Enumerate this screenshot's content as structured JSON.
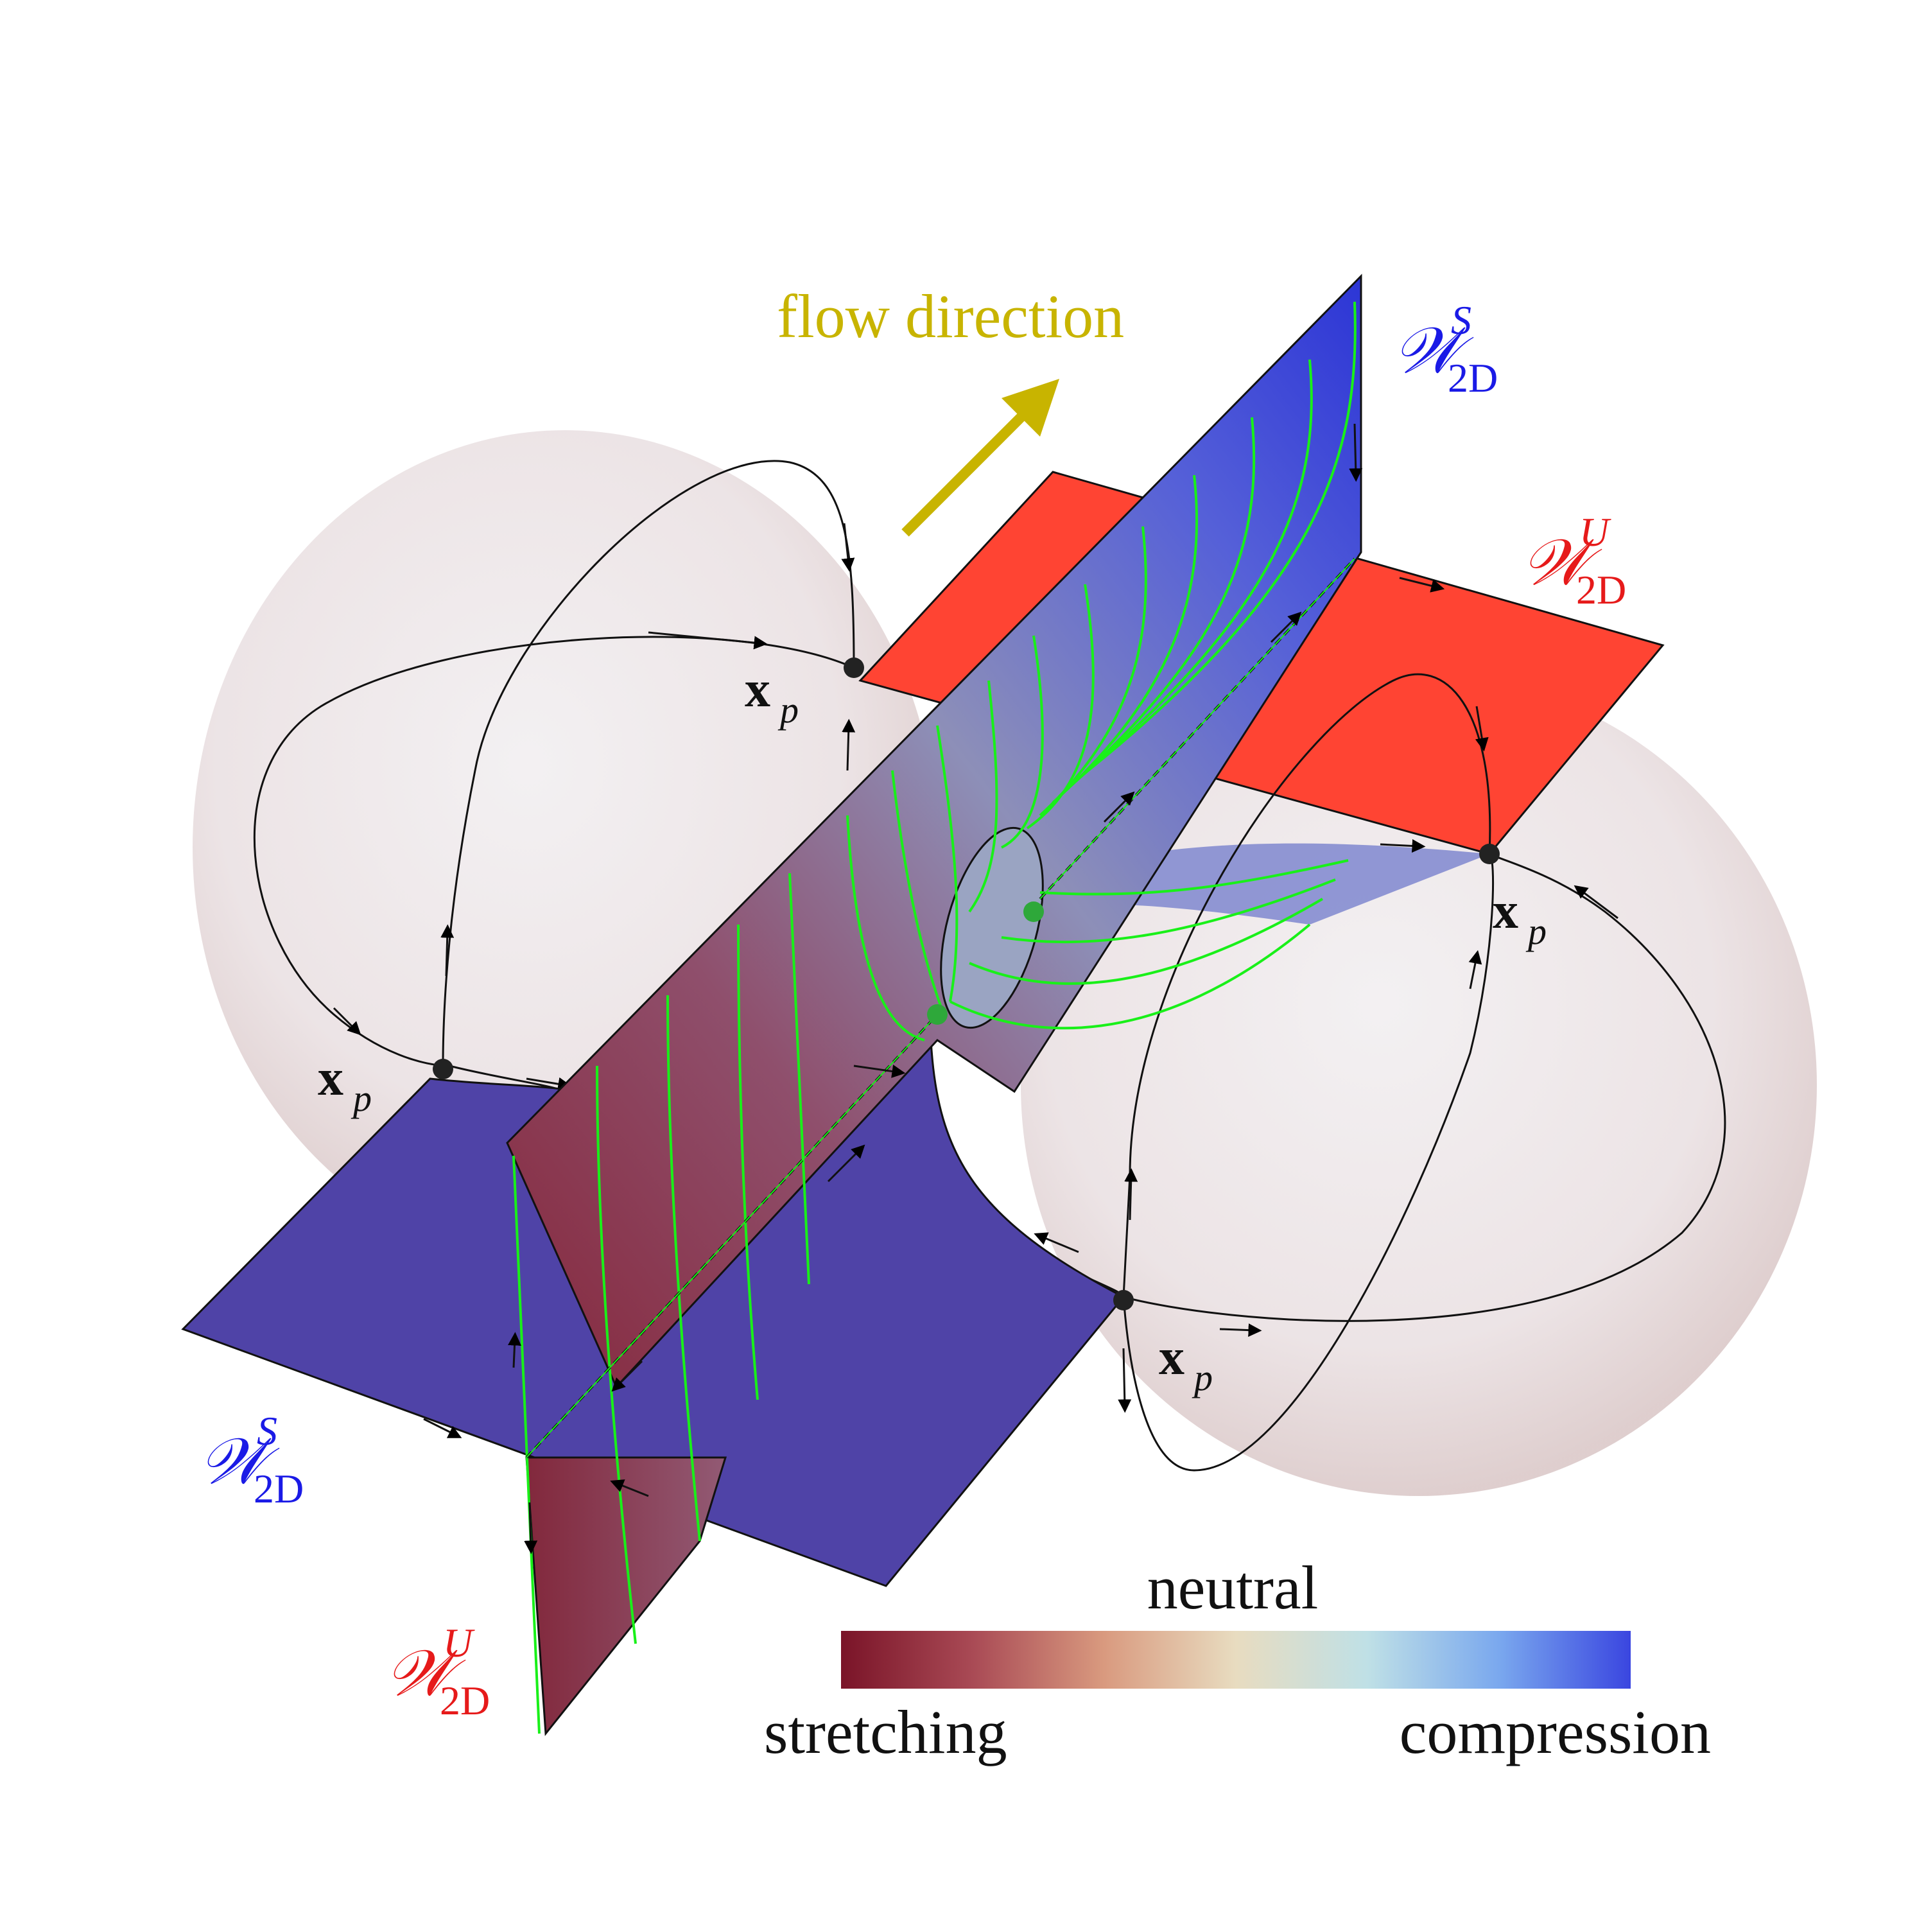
{
  "labels": {
    "flow_direction": "flow direction",
    "manifold_symbol": "𝒲",
    "stable_sup": "S",
    "unstable_sup": "U",
    "sub": "2D",
    "point_x": "x",
    "point_sub": "p"
  },
  "colorbar": {
    "neutral": "neutral",
    "stretching": "stretching",
    "compression": "compression",
    "stops": [
      "#7a1428",
      "#a94a55",
      "#d99a7f",
      "#e8dcc0",
      "#bfe0e6",
      "#7aa8ee",
      "#3a46e0"
    ]
  },
  "colors": {
    "stable": "#1a1ae6",
    "unstable": "#e61a1a",
    "flow_arrow": "#c8b400",
    "streamline": "#19f019",
    "stable_plane": "#4f43a7",
    "unstable_plane": "#ff4433"
  }
}
